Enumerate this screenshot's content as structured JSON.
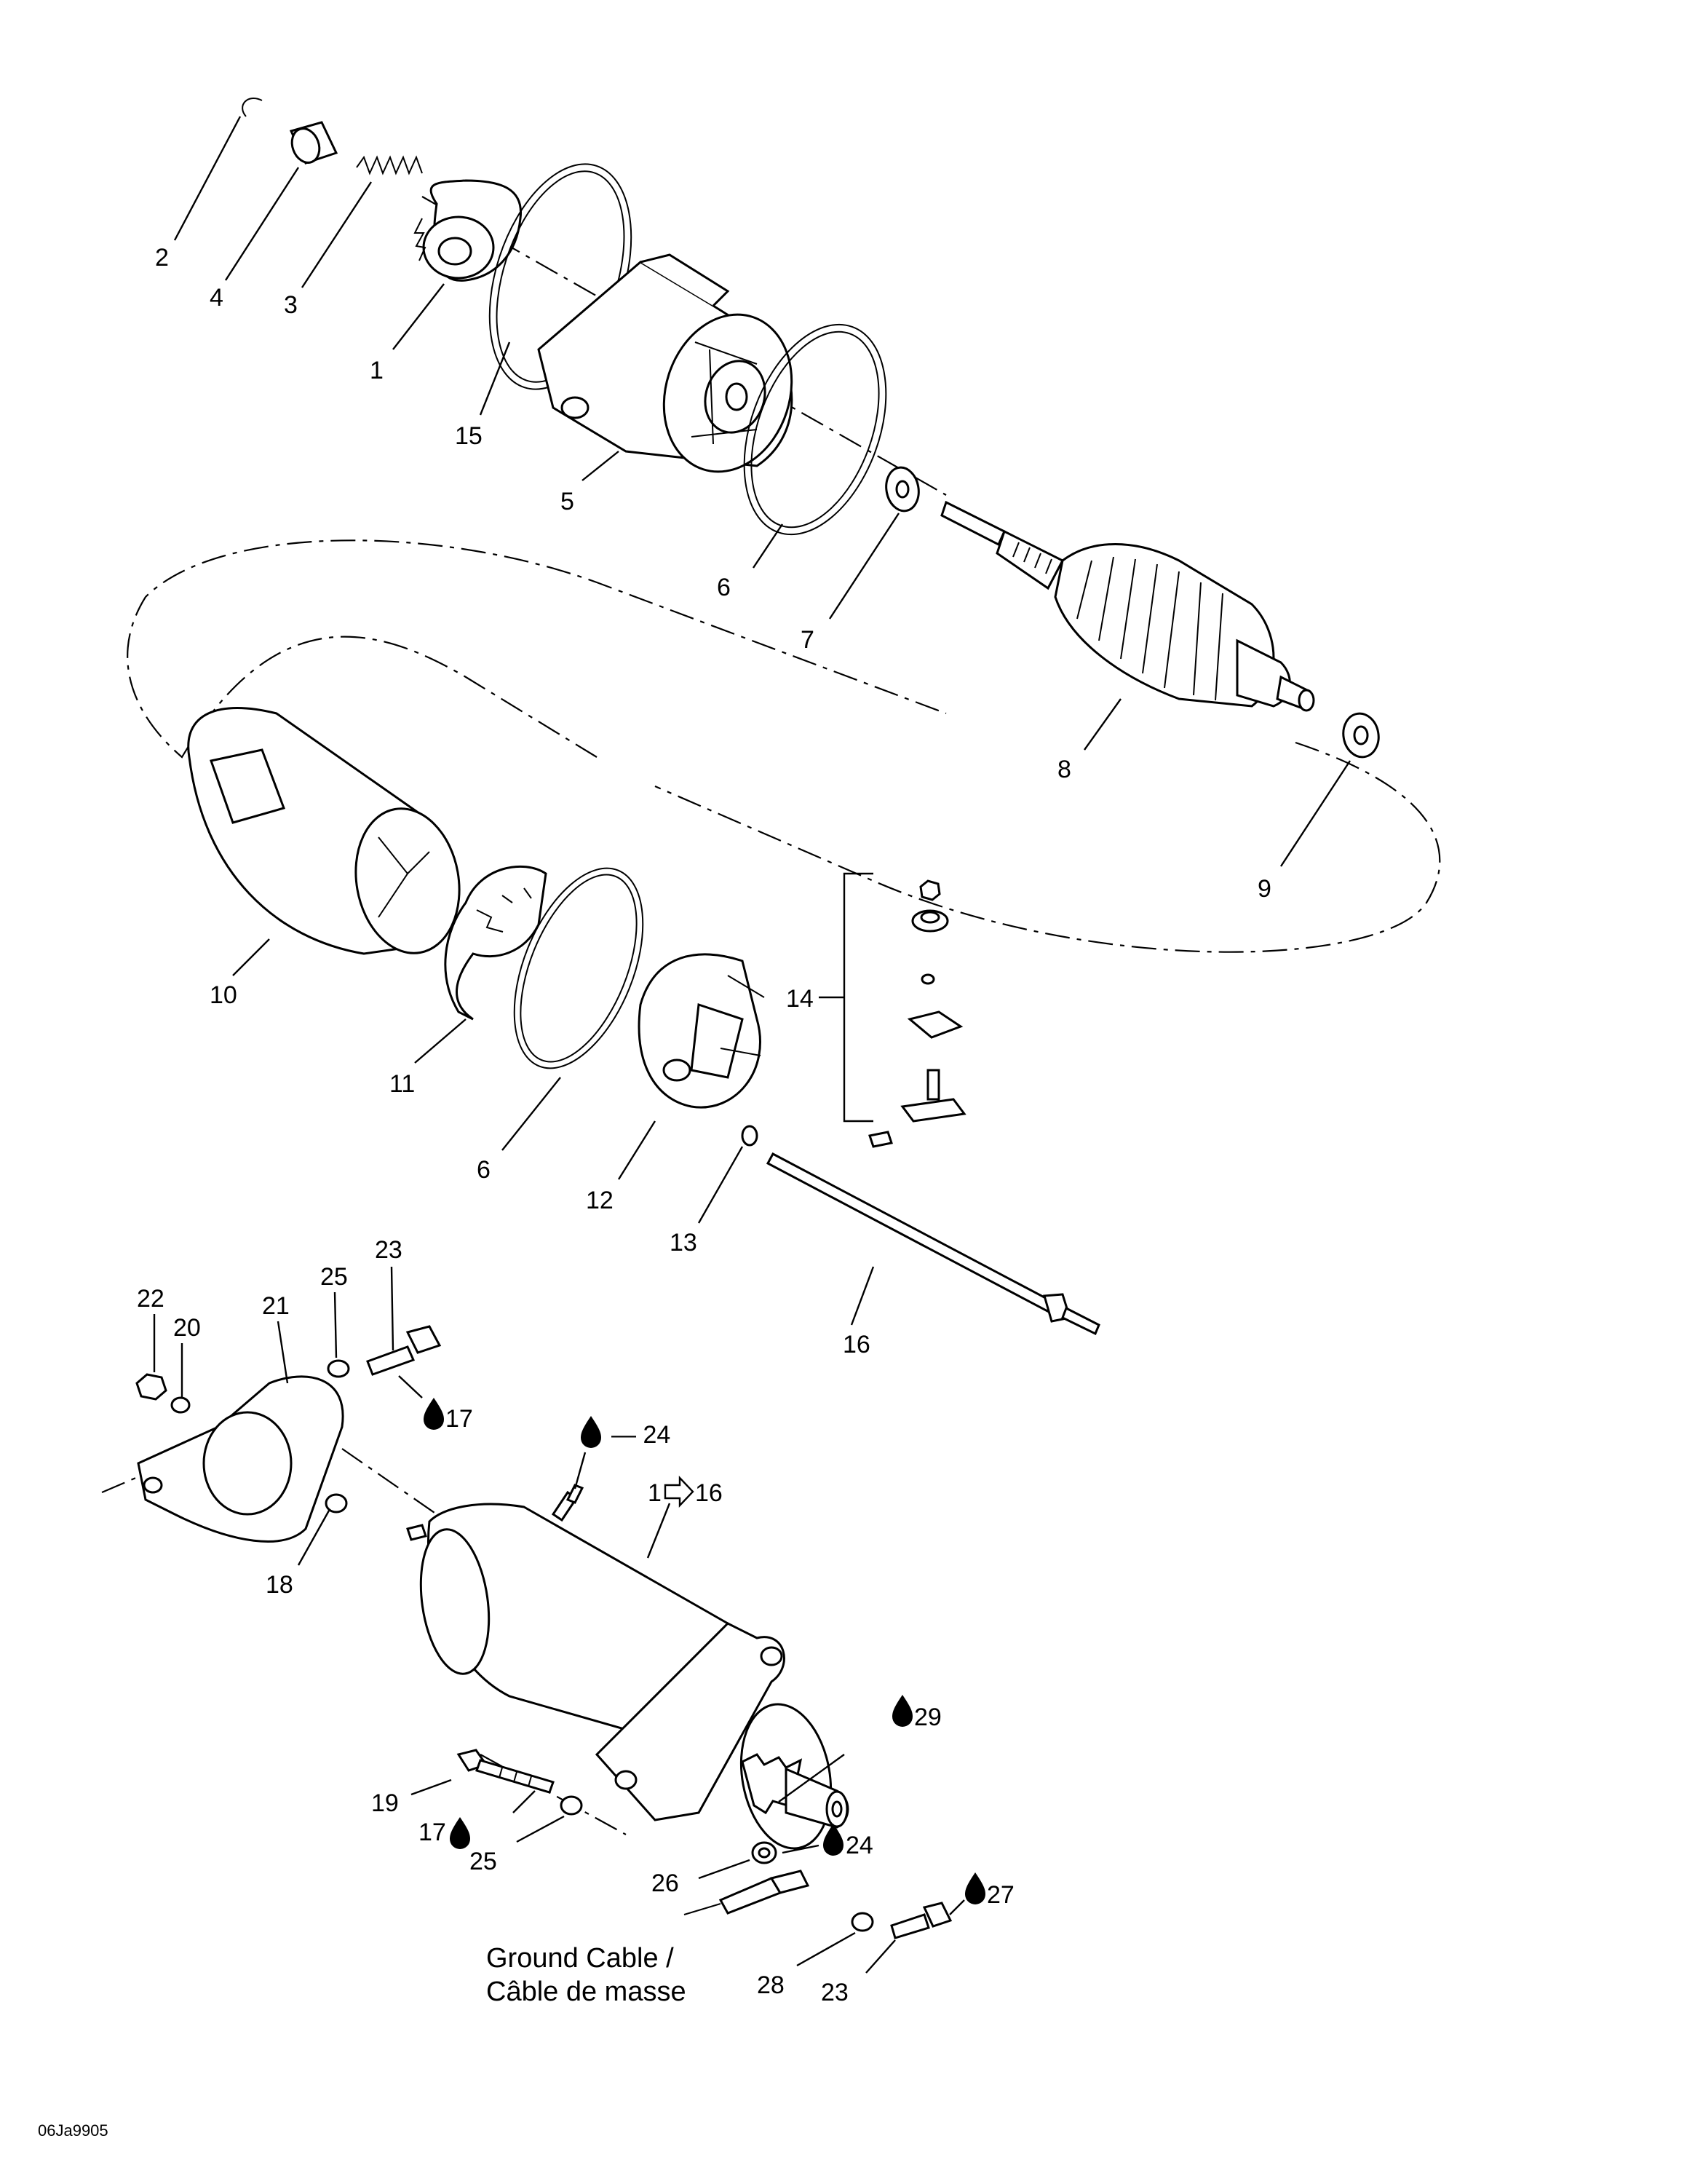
{
  "callouts": {
    "c1": "1",
    "c2": "2",
    "c3": "3",
    "c4": "4",
    "c5": "5",
    "c6a": "6",
    "c6b": "6",
    "c7": "7",
    "c8": "8",
    "c9": "9",
    "c10": "10",
    "c11": "11",
    "c12": "12",
    "c13": "13",
    "c14": "14",
    "c15": "15",
    "c16": "16",
    "c18": "18",
    "c19": "19",
    "c20": "20",
    "c21": "21",
    "c22": "22",
    "c23a": "23",
    "c23b": "23",
    "c25a": "25",
    "c25b": "25",
    "c26": "26",
    "c28": "28"
  },
  "lubed_callouts": {
    "l17a": "17",
    "l17b": "17",
    "l24a": "— 24",
    "l24b": "24",
    "l27": "27",
    "l29": "29"
  },
  "assembly_ref": {
    "from": "1",
    "to": "16"
  },
  "ground_cable": {
    "line1": "Ground Cable /",
    "line2": "Câble de masse"
  },
  "drawing_code": "06Ja9905",
  "icons": {
    "lubricant": "drop-icon",
    "range_arrow": "arrow-right-icon"
  }
}
